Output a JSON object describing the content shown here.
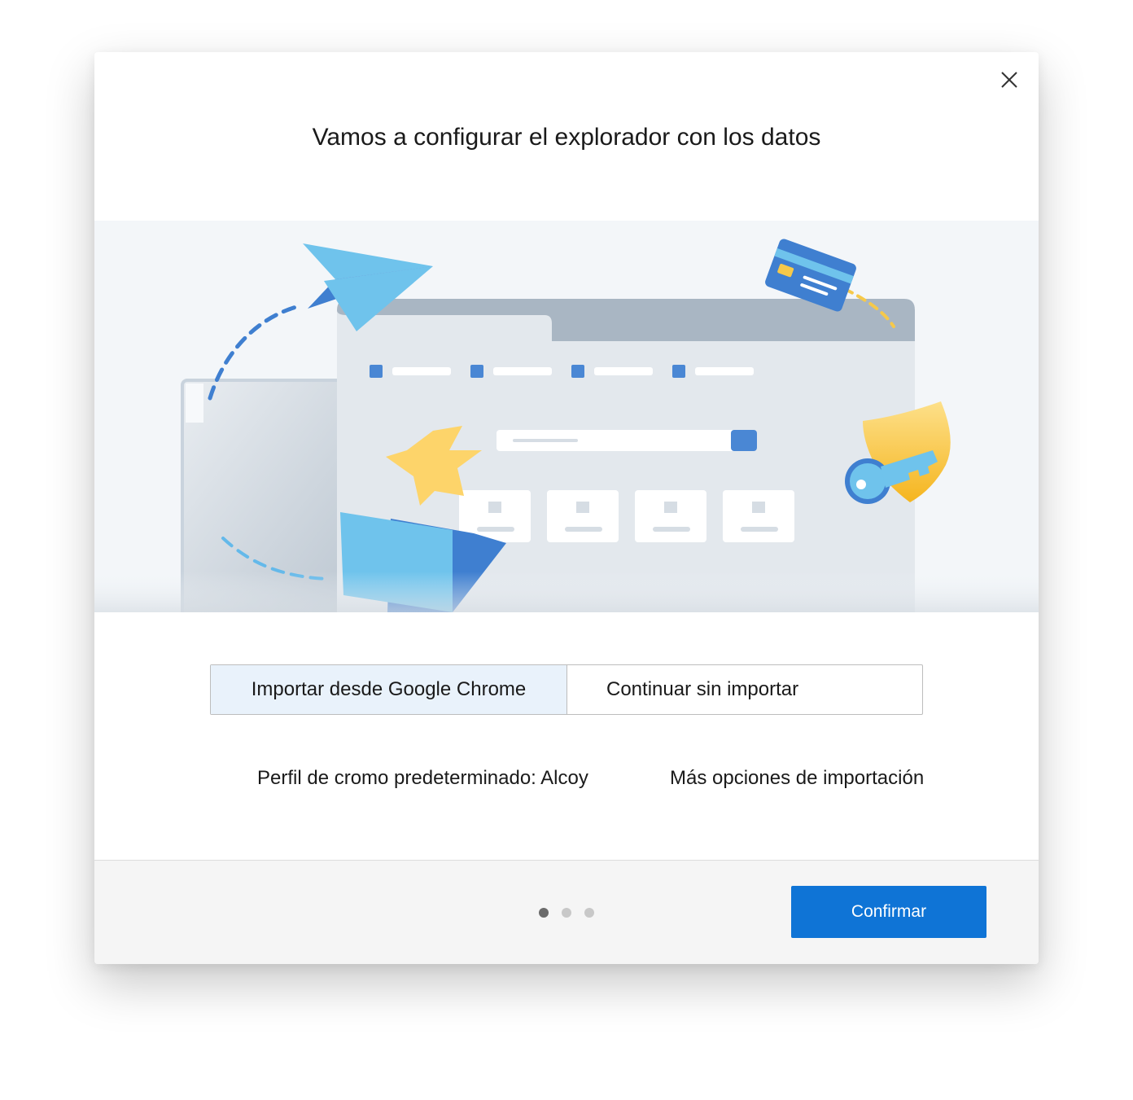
{
  "dialog": {
    "title": "Vamos a configurar el explorador con los datos",
    "close_icon": "close-icon"
  },
  "illustration": {
    "icons": [
      "paper-plane-icon",
      "credit-card-icon",
      "browser-window-icon",
      "star-icon",
      "folder-icon",
      "shield-icon",
      "key-icon"
    ]
  },
  "import_choice": {
    "options": [
      "Importar desde Google Chrome",
      "Continuar sin importar"
    ],
    "selected": "Importar desde Google Chrome"
  },
  "profile": {
    "label": "Perfil de cromo predeterminado: Alcoy",
    "more_options": "Más opciones de importación"
  },
  "footer": {
    "step_indicator": {
      "total": 3,
      "current": 1
    },
    "confirm_label": "Confirmar"
  },
  "colors": {
    "accent": "#0f74d6",
    "selected_option_bg": "#e9f2fb",
    "illustration_bg": "#f3f6f9"
  }
}
